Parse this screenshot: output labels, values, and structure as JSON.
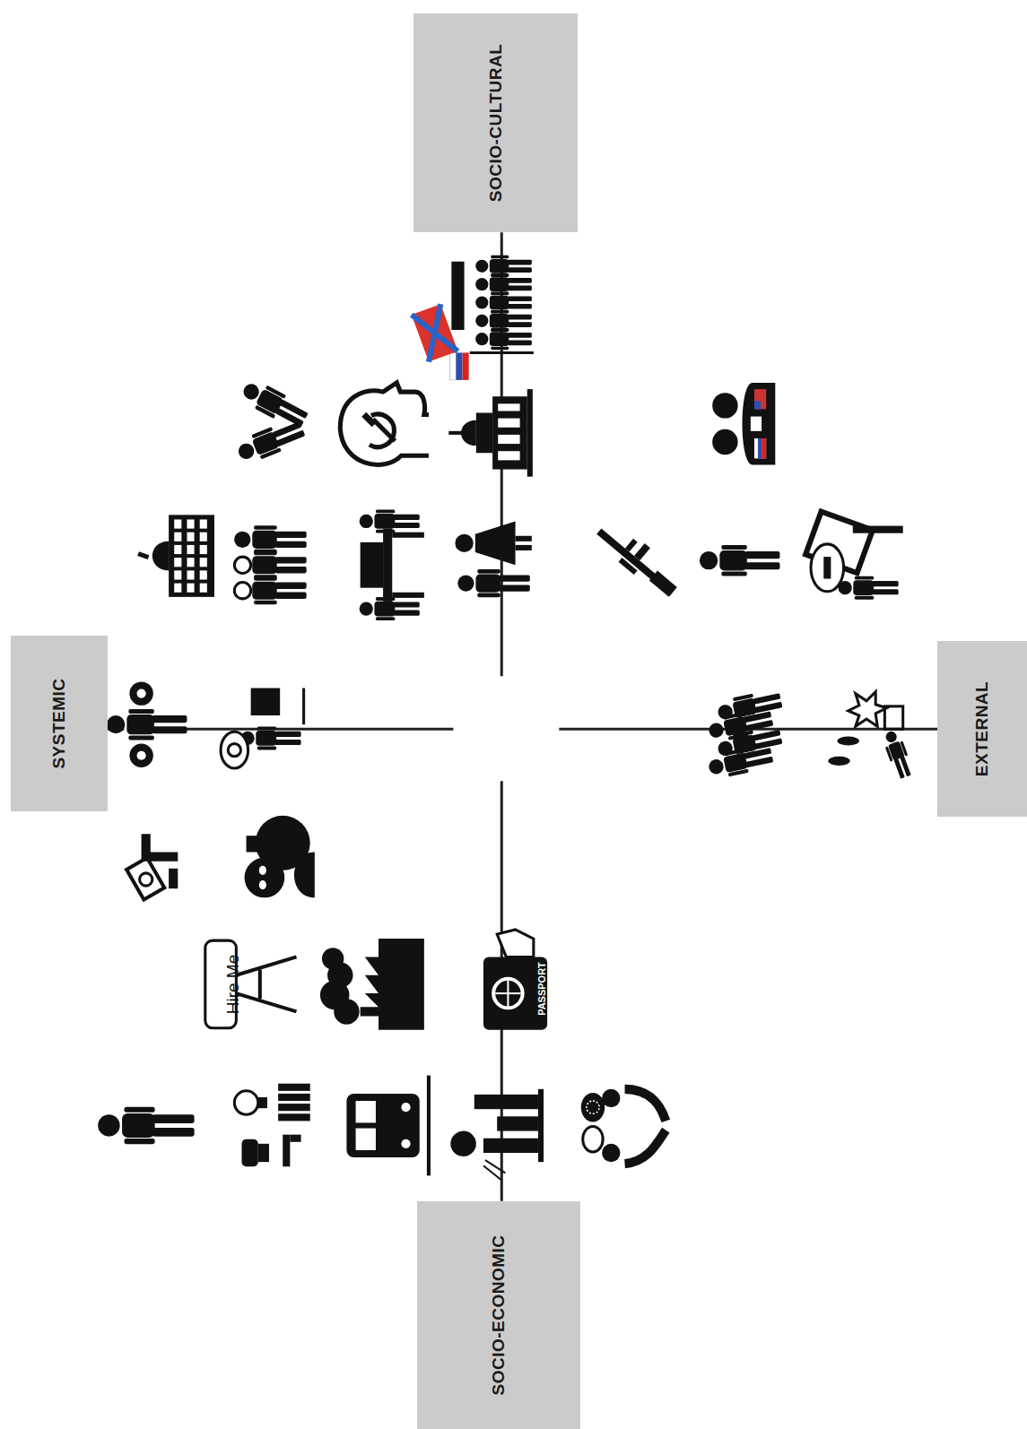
{
  "diagram": {
    "nodes": [
      {
        "text": [
          "SOCIO-CULTURAL"
        ]
      },
      {
        "text": [
          "SYSTEMIC"
        ]
      },
      {
        "text": [
          "EXTERNAL"
        ]
      },
      {
        "text": [
          "SOCIO-ECONOMIC"
        ]
      }
    ],
    "labels": [
      "Hire Me",
      "PASSPORT"
    ]
  }
}
